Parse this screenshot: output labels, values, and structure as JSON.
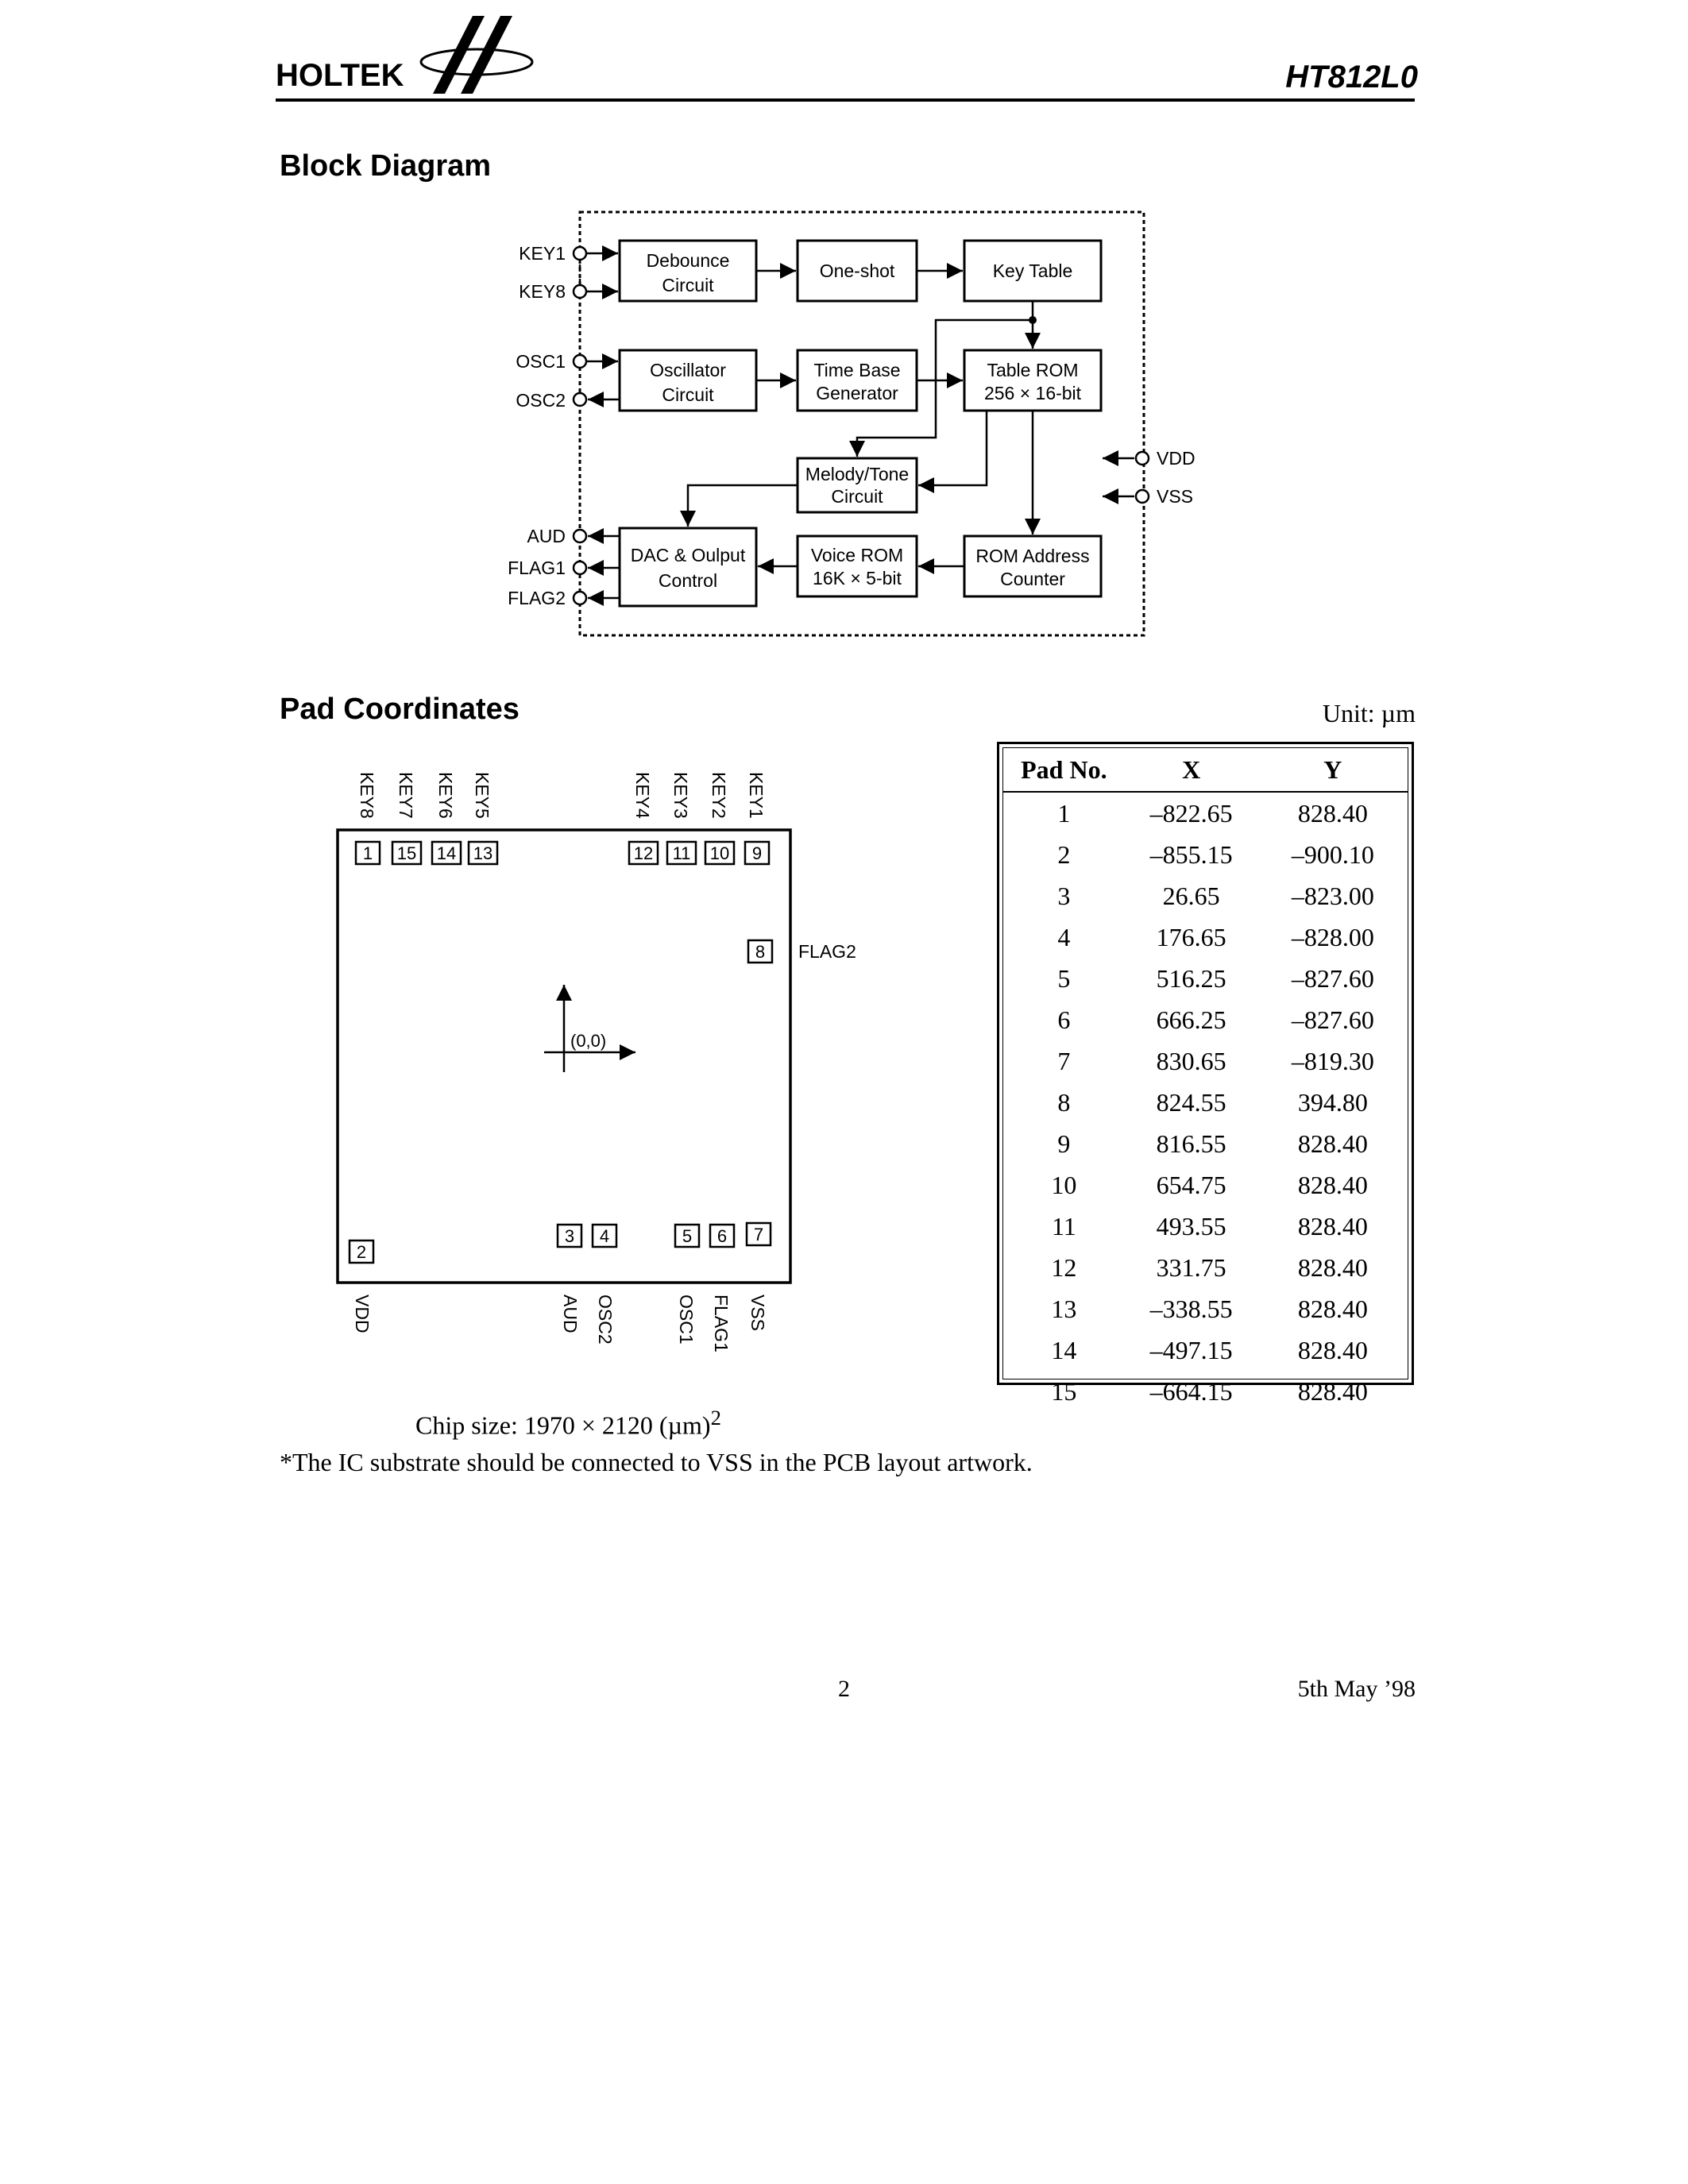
{
  "header": {
    "brand": "HOLTEK",
    "part_number": "HT812L0"
  },
  "block_diagram": {
    "title": "Block Diagram",
    "blocks": {
      "debounce": [
        "Debounce",
        "Circuit"
      ],
      "oneshot": [
        "One-shot"
      ],
      "keytable": [
        "Key Table"
      ],
      "oscillator": [
        "Oscillator",
        "Circuit"
      ],
      "timebase": [
        "Time Base",
        "Generator"
      ],
      "tablerom": [
        "Table  ROM",
        "256 × 16-bit"
      ],
      "melody": [
        "Melody/Tone",
        "Circuit"
      ],
      "dac": [
        "DAC & Oulput",
        "Control"
      ],
      "voicerom": [
        "Voice  ROM",
        "16K × 5-bit"
      ],
      "romaddr": [
        "ROM Address",
        "Counter"
      ]
    },
    "pins": {
      "key1": "KEY1",
      "key8": "KEY8",
      "osc1": "OSC1",
      "osc2": "OSC2",
      "aud": "AUD",
      "flag1": "FLAG1",
      "flag2": "FLAG2",
      "vdd": "VDD",
      "vss": "VSS"
    }
  },
  "pad_coordinates": {
    "title": "Pad Coordinates",
    "unit": "Unit: µm",
    "origin_label": "(0,0)",
    "top_pads": [
      {
        "num": "1",
        "name": "KEY8"
      },
      {
        "num": "15",
        "name": "KEY7"
      },
      {
        "num": "14",
        "name": "KEY6"
      },
      {
        "num": "13",
        "name": "KEY5"
      },
      {
        "num": "12",
        "name": "KEY4"
      },
      {
        "num": "11",
        "name": "KEY3"
      },
      {
        "num": "10",
        "name": "KEY2"
      },
      {
        "num": "9",
        "name": "KEY1"
      }
    ],
    "right_pad": {
      "num": "8",
      "name": "FLAG2"
    },
    "bottom_pads": [
      {
        "num": "2",
        "name": "VDD"
      },
      {
        "num": "3",
        "name": "AUD"
      },
      {
        "num": "4",
        "name": "OSC2"
      },
      {
        "num": "5",
        "name": "OSC1"
      },
      {
        "num": "6",
        "name": "FLAG1"
      },
      {
        "num": "7",
        "name": "VSS"
      }
    ],
    "table": {
      "headers": [
        "Pad No.",
        "X",
        "Y"
      ],
      "rows": [
        [
          "1",
          "–822.65",
          "828.40"
        ],
        [
          "2",
          "–855.15",
          "–900.10"
        ],
        [
          "3",
          "26.65",
          "–823.00"
        ],
        [
          "4",
          "176.65",
          "–828.00"
        ],
        [
          "5",
          "516.25",
          "–827.60"
        ],
        [
          "6",
          "666.25",
          "–827.60"
        ],
        [
          "7",
          "830.65",
          "–819.30"
        ],
        [
          "8",
          "824.55",
          "394.80"
        ],
        [
          "9",
          "816.55",
          "828.40"
        ],
        [
          "10",
          "654.75",
          "828.40"
        ],
        [
          "11",
          "493.55",
          "828.40"
        ],
        [
          "12",
          "331.75",
          "828.40"
        ],
        [
          "13",
          "–338.55",
          "828.40"
        ],
        [
          "14",
          "–497.15",
          "828.40"
        ],
        [
          "15",
          "–664.15",
          "828.40"
        ]
      ]
    },
    "chip_size": "Chip size: 1970 × 2120 (µm)",
    "chip_size_exp": "2",
    "footnote": "*The IC substrate should be connected to VSS in the PCB layout artwork."
  },
  "footer": {
    "page": "2",
    "date": "5th May ’98"
  }
}
